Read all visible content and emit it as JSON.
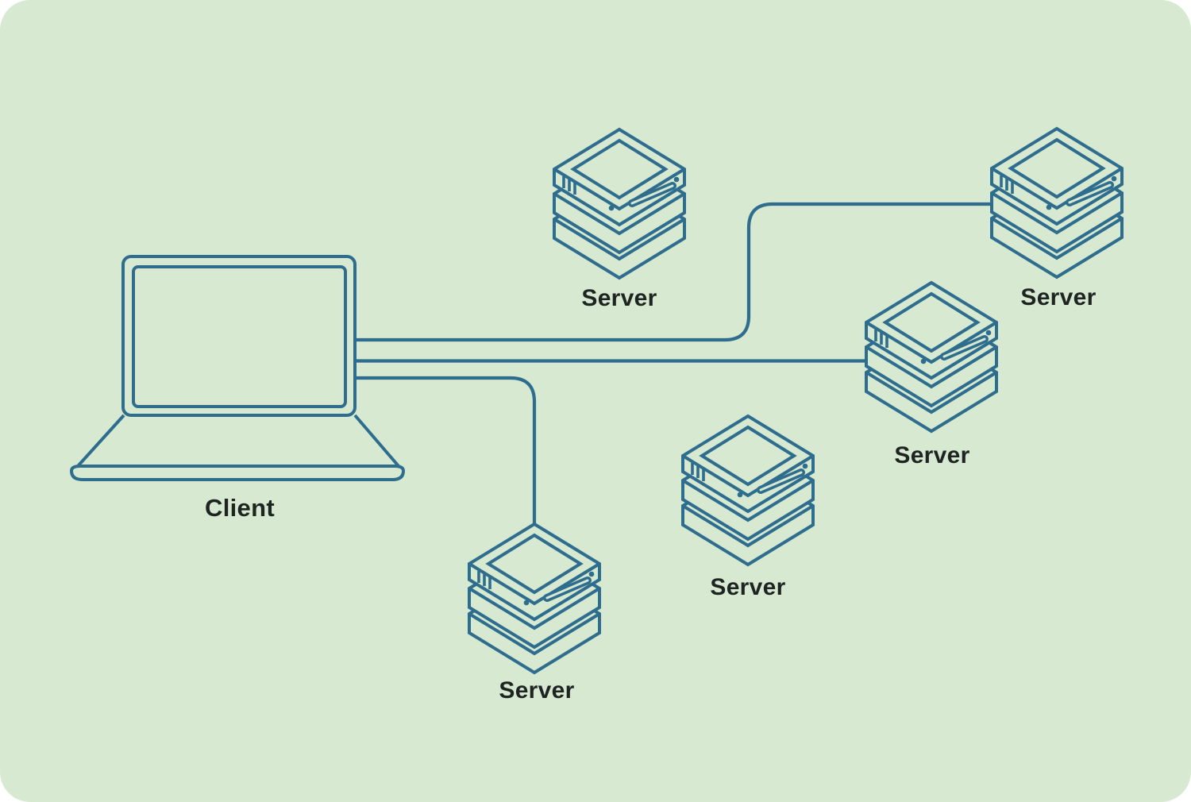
{
  "colors": {
    "page_background": "#ffffff",
    "panel_background": "#d7e9d1",
    "stroke": "#2e6d8e",
    "label_text": "#1e2421"
  },
  "diagram": {
    "type": "network-topology",
    "client": {
      "label": "Client"
    },
    "servers": [
      {
        "id": "server-top-middle",
        "label": "Server",
        "connected": false
      },
      {
        "id": "server-top-right",
        "label": "Server",
        "connected": true
      },
      {
        "id": "server-middle-right",
        "label": "Server",
        "connected": true
      },
      {
        "id": "server-bottom-middle",
        "label": "Server",
        "connected": false
      },
      {
        "id": "server-bottom-left",
        "label": "Server",
        "connected": true
      }
    ],
    "connections": [
      {
        "from": "client",
        "to": "server-top-right"
      },
      {
        "from": "client",
        "to": "server-middle-right"
      },
      {
        "from": "client",
        "to": "server-bottom-left"
      }
    ]
  }
}
